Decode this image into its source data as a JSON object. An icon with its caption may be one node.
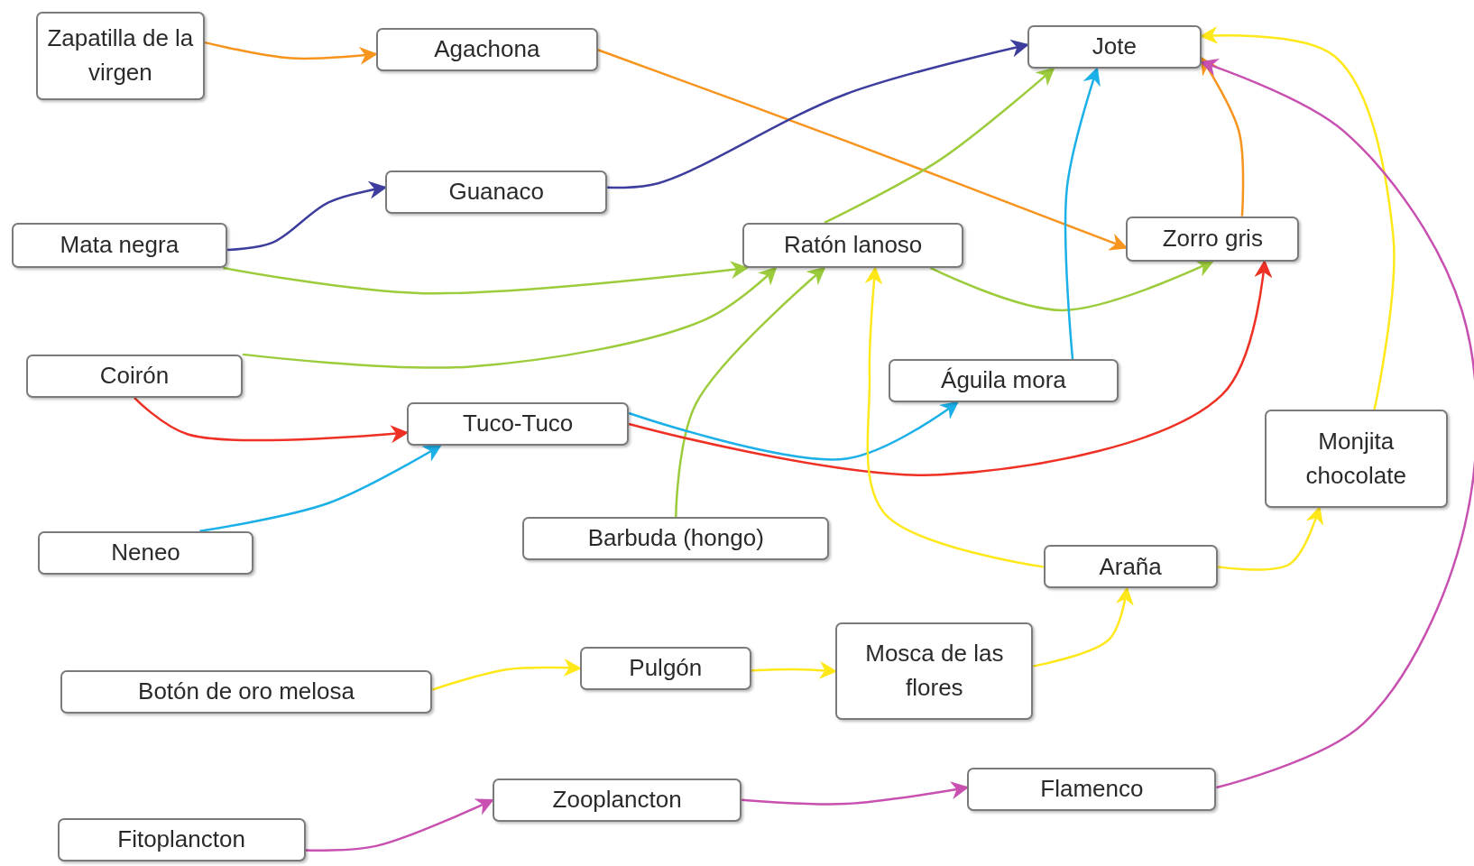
{
  "diagram": {
    "nodes": [
      {
        "text": [
          "Zapatilla de la virgen"
        ]
      },
      {
        "text": [
          "Agachona"
        ]
      },
      {
        "text": [
          "Jote"
        ]
      },
      {
        "text": [
          "Guanaco"
        ]
      },
      {
        "text": [
          "Mata negra"
        ]
      },
      {
        "text": [
          "Ratón lanoso"
        ]
      },
      {
        "text": [
          "Zorro gris"
        ]
      },
      {
        "text": [
          "Coirón"
        ]
      },
      {
        "text": [
          "Águila mora"
        ]
      },
      {
        "text": [
          "Tuco-Tuco"
        ]
      },
      {
        "text": [
          "Monjita chocolate"
        ]
      },
      {
        "text": [
          "Neneo"
        ]
      },
      {
        "text": [
          "Barbuda (hongo)"
        ]
      },
      {
        "text": [
          "Araña"
        ]
      },
      {
        "text": [
          "Botón de oro melosa"
        ]
      },
      {
        "text": [
          "Pulgón"
        ]
      },
      {
        "text": [
          "Mosca de las flores"
        ]
      },
      {
        "text": [
          "Zooplancton"
        ]
      },
      {
        "text": [
          "Flamenco"
        ]
      },
      {
        "text": [
          "Fitoplancton"
        ]
      }
    ],
    "edges": [
      {
        "from": 0,
        "to": 1,
        "arrow": "to",
        "color": "#f7941d"
      },
      {
        "from": 1,
        "to": 6,
        "arrow": "to",
        "color": "#f7941d"
      },
      {
        "from": 6,
        "to": 2,
        "arrow": "to",
        "color": "#f7941d"
      },
      {
        "from": 4,
        "to": 3,
        "arrow": "to",
        "color": "#3d3d9e"
      },
      {
        "from": 3,
        "to": 2,
        "arrow": "to",
        "color": "#3d3d9e"
      },
      {
        "from": 4,
        "to": 5,
        "arrow": "to",
        "color": "#9ccc3c"
      },
      {
        "from": 7,
        "to": 5,
        "arrow": "to",
        "color": "#9ccc3c"
      },
      {
        "from": 12,
        "to": 5,
        "arrow": "to",
        "color": "#9ccc3c"
      },
      {
        "from": 5,
        "to": 2,
        "arrow": "to",
        "color": "#9ccc3c"
      },
      {
        "from": 5,
        "to": 6,
        "arrow": "to",
        "color": "#9ccc3c"
      },
      {
        "from": 8,
        "to": 2,
        "arrow": "to",
        "color": "#1cb0e8"
      },
      {
        "from": 9,
        "to": 8,
        "arrow": "to",
        "color": "#1cb0e8"
      },
      {
        "from": 11,
        "to": 9,
        "arrow": "to",
        "color": "#1cb0e8"
      },
      {
        "from": 7,
        "to": 9,
        "arrow": "to",
        "color": "#ee3124"
      },
      {
        "from": 9,
        "to": 6,
        "arrow": "to",
        "color": "#ee3124"
      },
      {
        "from": 13,
        "to": 5,
        "arrow": "to",
        "color": "#ffe81a"
      },
      {
        "from": 13,
        "to": 10,
        "arrow": "to",
        "color": "#ffe81a"
      },
      {
        "from": 10,
        "to": 2,
        "arrow": "to",
        "color": "#ffe81a"
      },
      {
        "from": 14,
        "to": 15,
        "arrow": "to",
        "color": "#ffe81a"
      },
      {
        "from": 15,
        "to": 16,
        "arrow": "to",
        "color": "#ffe81a"
      },
      {
        "from": 16,
        "to": 13,
        "arrow": "to",
        "color": "#ffe81a"
      },
      {
        "from": 19,
        "to": 17,
        "arrow": "to",
        "color": "#c850b0"
      },
      {
        "from": 17,
        "to": 18,
        "arrow": "to",
        "color": "#c850b0"
      },
      {
        "from": 18,
        "to": 2,
        "arrow": "to",
        "color": "#c850b0"
      }
    ]
  }
}
